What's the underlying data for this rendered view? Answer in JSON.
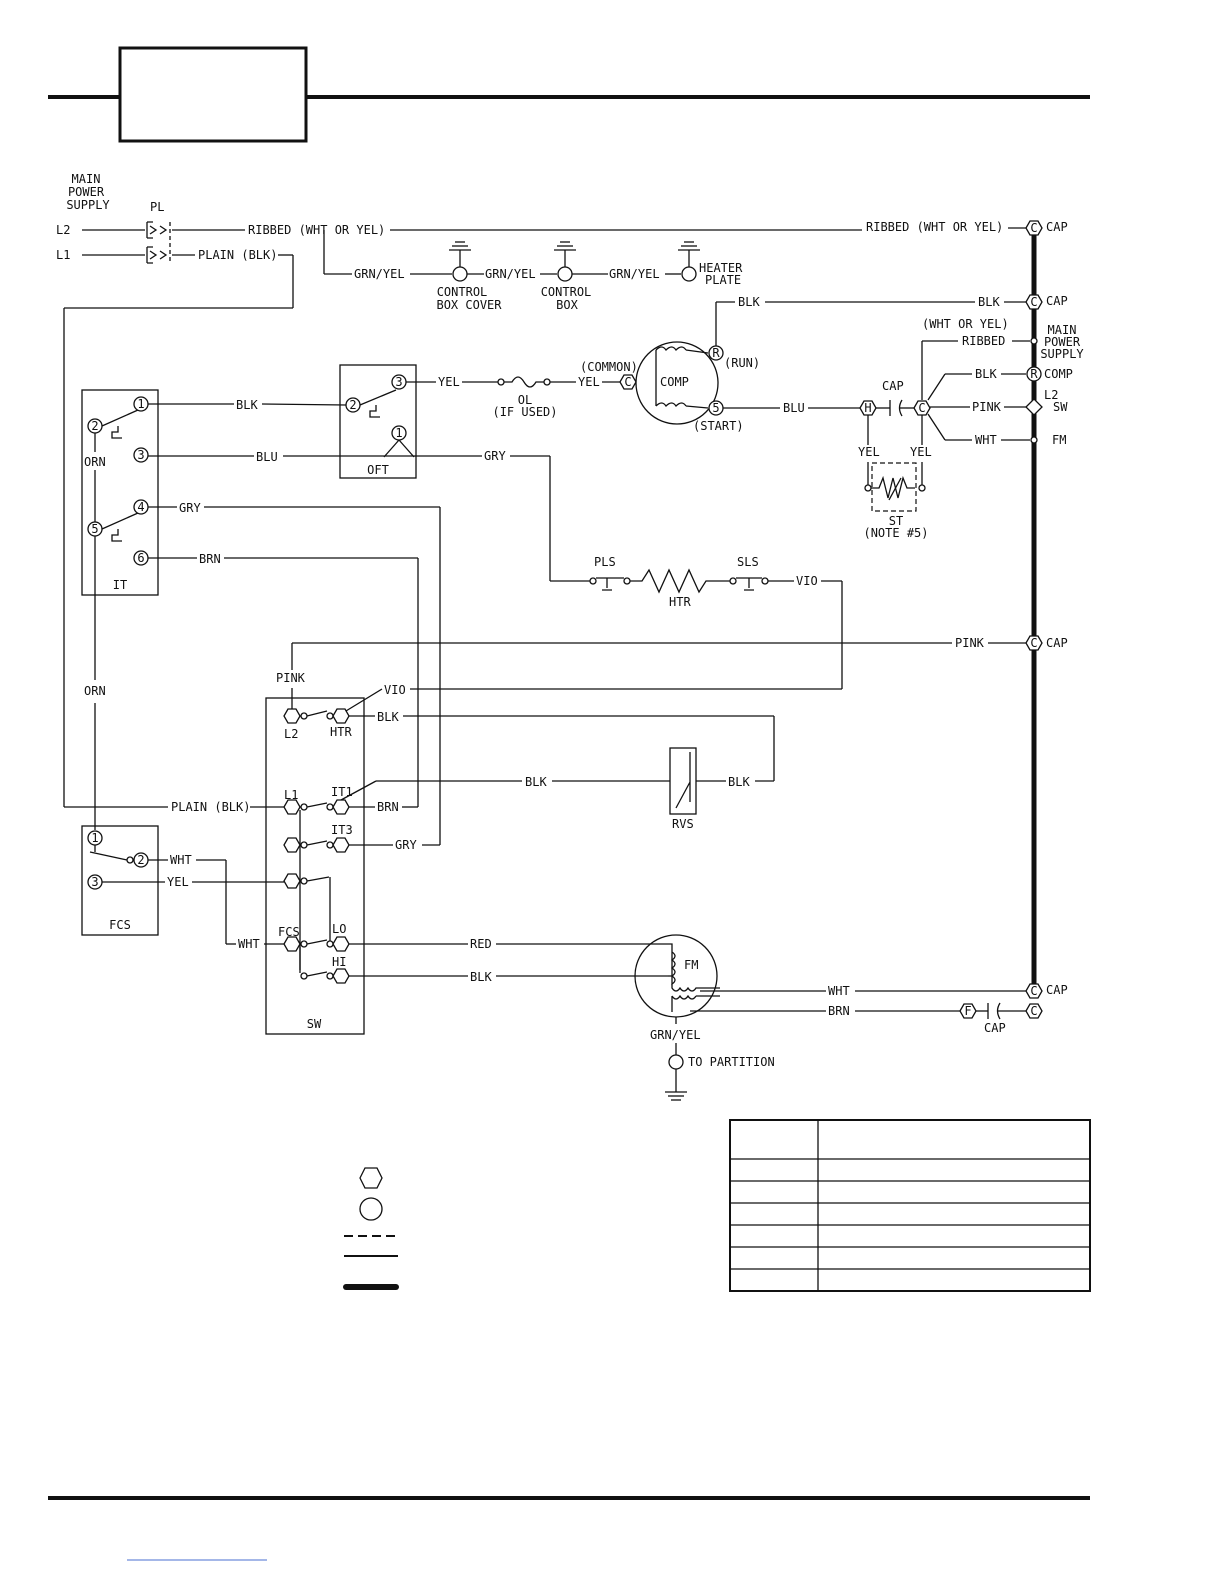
{
  "labels": {
    "main_power_supply_left": [
      "MAIN",
      "POWER",
      "SUPPLY"
    ],
    "l2": "L2",
    "l1": "L1",
    "pl": "PL",
    "ribbed_top": "RIBBED (WHT OR YEL)",
    "ribbed_top_right": "RIBBED (WHT OR YEL)",
    "plain_blk": "PLAIN (BLK)",
    "cap": "CAP",
    "c": "C",
    "grn_yel": "GRN/YEL",
    "control_box_cover": [
      "CONTROL",
      "BOX COVER"
    ],
    "control_box": [
      "CONTROL",
      "BOX"
    ],
    "heater_plate": [
      "HEATER",
      "PLATE"
    ],
    "blk": "BLK",
    "wht_or_yel": "(WHT OR YEL)",
    "main_power_supply_right": [
      "MAIN",
      "POWER",
      "SUPPLY"
    ],
    "ribbed": "RIBBED",
    "comp": "COMP",
    "r": "R",
    "l2_sw": [
      "L2",
      "SW"
    ],
    "pink": "PINK",
    "wht": "WHT",
    "fm": "FM",
    "yel": "YEL",
    "blu": "BLU",
    "h": "H",
    "st": "ST",
    "note5": "(NOTE #5)",
    "common": "(COMMON)",
    "run": "(RUN)",
    "start": "(START)",
    "ol": "OL",
    "if_used": "(IF USED)",
    "oft": "OFT",
    "gry": "GRY",
    "it": "IT",
    "orn": "ORN",
    "brn": "BRN",
    "pls": "PLS",
    "sls": "SLS",
    "htr": "HTR",
    "vio": "VIO",
    "red": "RED",
    "rvs": "RVS",
    "l1_sw": "L1",
    "it1": "IT1",
    "it3": "IT3",
    "fcs": "FCS",
    "lo": "LO",
    "hi": "HI",
    "sw": "SW",
    "f": "F",
    "to_partition": "TO PARTITION",
    "n1": "1",
    "n2": "2",
    "n3": "3",
    "n4": "4",
    "n5": "5",
    "n6": "6"
  },
  "legend_table": {
    "rows": 6,
    "cells": []
  }
}
